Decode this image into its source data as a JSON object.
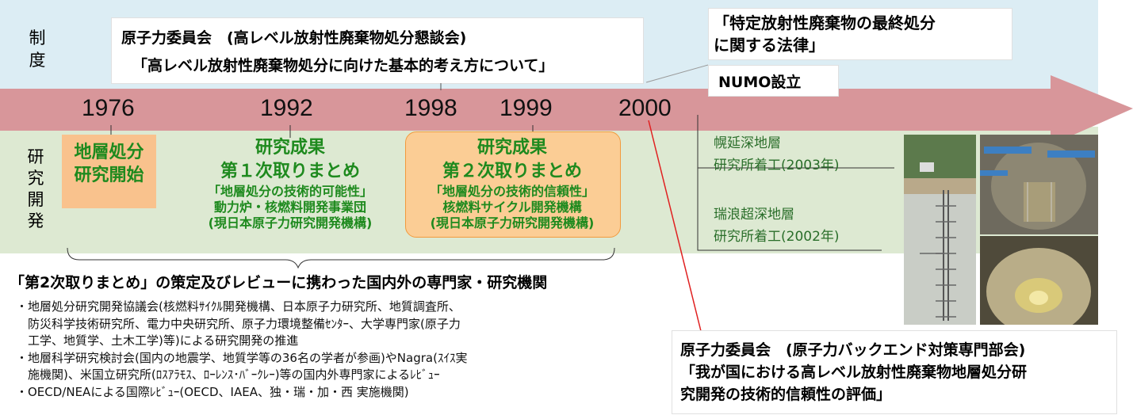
{
  "rows": {
    "system_label": "制\n度",
    "research_label": "研\n究\n開\n発"
  },
  "top": {
    "aec_line1": "原子力委員会　(高レベル放射性廃棄物処分懇談会)",
    "aec_line2": "「高レベル放射性廃棄物処分に向けた基本的考え方について」",
    "law_line1": "「特定放射性廃棄物の最終処分",
    "law_line2": "に関する法律」",
    "numo": "NUMO設立"
  },
  "timeline": {
    "years": [
      "1976",
      "1992",
      "1998",
      "1999",
      "2000"
    ]
  },
  "research": {
    "start_line1": "地層処分",
    "start_line2": "研究開始",
    "r1_title1": "研究成果",
    "r1_title2": "第１次取りまとめ",
    "r1_sub1": "「地層処分の技術的可能性」",
    "r1_sub2": "動力炉・核燃料開発事業団",
    "r1_sub3": "(現日本原子力研究開発機構)",
    "r2_title1": "研究成果",
    "r2_title2": "第２次取りまとめ",
    "r2_sub1": "「地層処分の技術的信頼性」",
    "r2_sub2": "核燃料サイクル開発機構",
    "r2_sub3": "(現日本原子力研究開発機構)",
    "horonobe1": "幌延深地層",
    "horonobe2": "研究所着工(2003年)",
    "mizunami1": "瑞浪超深地層",
    "mizunami2": "研究所着工(2002年)"
  },
  "experts": {
    "title": "「第2次取りまとめ」の策定及びレビューに携わった国内外の専門家・研究機関",
    "bullets": [
      "・地層処分研究開発協議会(核燃料ｻｲｸﾙ開発機構、日本原子力研究所、地質調査所、",
      "　防災科学技術研究所、電力中央研究所、原子力環境整備ｾﾝﾀｰ、大学専門家(原子力",
      "　工学、地質学、土木工学)等)による研究開発の推進",
      "・地層科学研究検討会(国内の地震学、地質学等の36名の学者が参画)やNagra(ｽｲｽ実",
      "　施機関)、米国立研究所(ﾛｽｱﾗﾓｽ、ﾛｰﾚﾝｽ･ﾊﾞｰｸﾚｰ)等の国内外専門家によるﾚﾋﾞｭｰ",
      "・OECD/NEAによる国際ﾚﾋﾞｭｰ(OECD、IAEA、独・瑞・加・西 実施機関)"
    ]
  },
  "aec_bottom": {
    "line1": "原子力委員会　(原子力バックエンド対策専門部会)",
    "line2": "「我が国における高レベル放射性廃棄物地層処分研",
    "line3": "究開発の技術的信頼性の評価」"
  },
  "colors": {
    "arrow": "#d8969a",
    "top_band": "#dcedf4",
    "mid_band": "#dde9d2",
    "green_text": "#1e8a1e",
    "orange_box": "#fbcd95",
    "callout_line": "#e02020"
  }
}
